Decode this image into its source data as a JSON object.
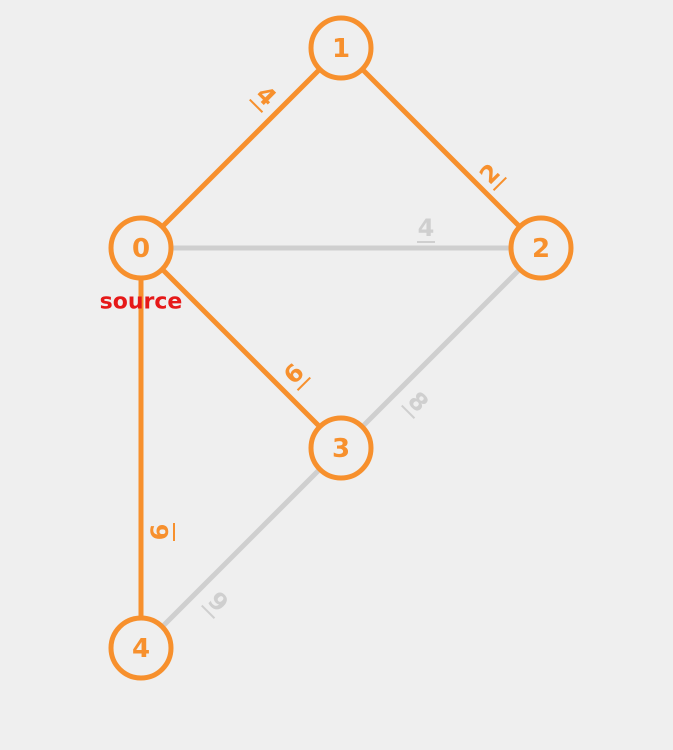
{
  "graph": {
    "colors": {
      "active": "#f7902d",
      "inactive": "#cfcfcf",
      "source_label": "#e61919"
    },
    "source_label": "source",
    "nodes": [
      {
        "id": "node-0",
        "label": "0",
        "state": "active"
      },
      {
        "id": "node-1",
        "label": "1",
        "state": "active"
      },
      {
        "id": "node-2",
        "label": "2",
        "state": "active"
      },
      {
        "id": "node-3",
        "label": "3",
        "state": "active"
      },
      {
        "id": "node-4",
        "label": "4",
        "state": "active"
      }
    ],
    "edges": [
      {
        "id": "edge-0-1",
        "from": "0",
        "to": "1",
        "weight": "4",
        "state": "active"
      },
      {
        "id": "edge-1-2",
        "from": "1",
        "to": "2",
        "weight": "2",
        "state": "active"
      },
      {
        "id": "edge-0-2",
        "from": "0",
        "to": "2",
        "weight": "4",
        "state": "inactive"
      },
      {
        "id": "edge-0-3",
        "from": "0",
        "to": "3",
        "weight": "6",
        "state": "active"
      },
      {
        "id": "edge-2-3",
        "from": "2",
        "to": "3",
        "weight": "8",
        "state": "inactive"
      },
      {
        "id": "edge-0-4",
        "from": "0",
        "to": "4",
        "weight": "6",
        "state": "active"
      },
      {
        "id": "edge-3-4",
        "from": "3",
        "to": "4",
        "weight": "9",
        "state": "inactive"
      }
    ]
  }
}
